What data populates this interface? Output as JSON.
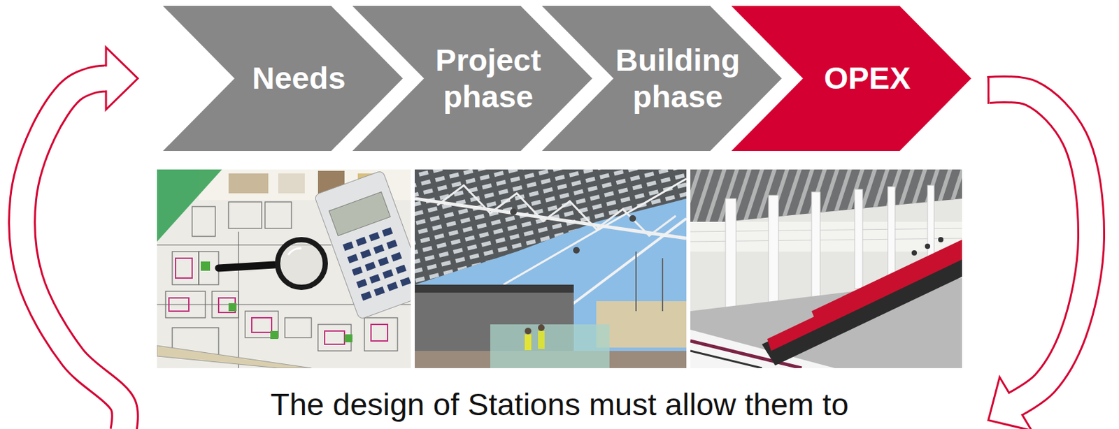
{
  "diagram": {
    "caption": "The design of Stations must allow them to",
    "nodes": [
      {
        "text": [
          "Needs"
        ]
      },
      {
        "text": [
          "Project phase"
        ]
      },
      {
        "text": [
          "Building phase"
        ]
      },
      {
        "text": [
          "OPEX"
        ]
      }
    ],
    "edges": [
      {
        "from": 3,
        "to": 0,
        "arrow": "to"
      }
    ]
  }
}
